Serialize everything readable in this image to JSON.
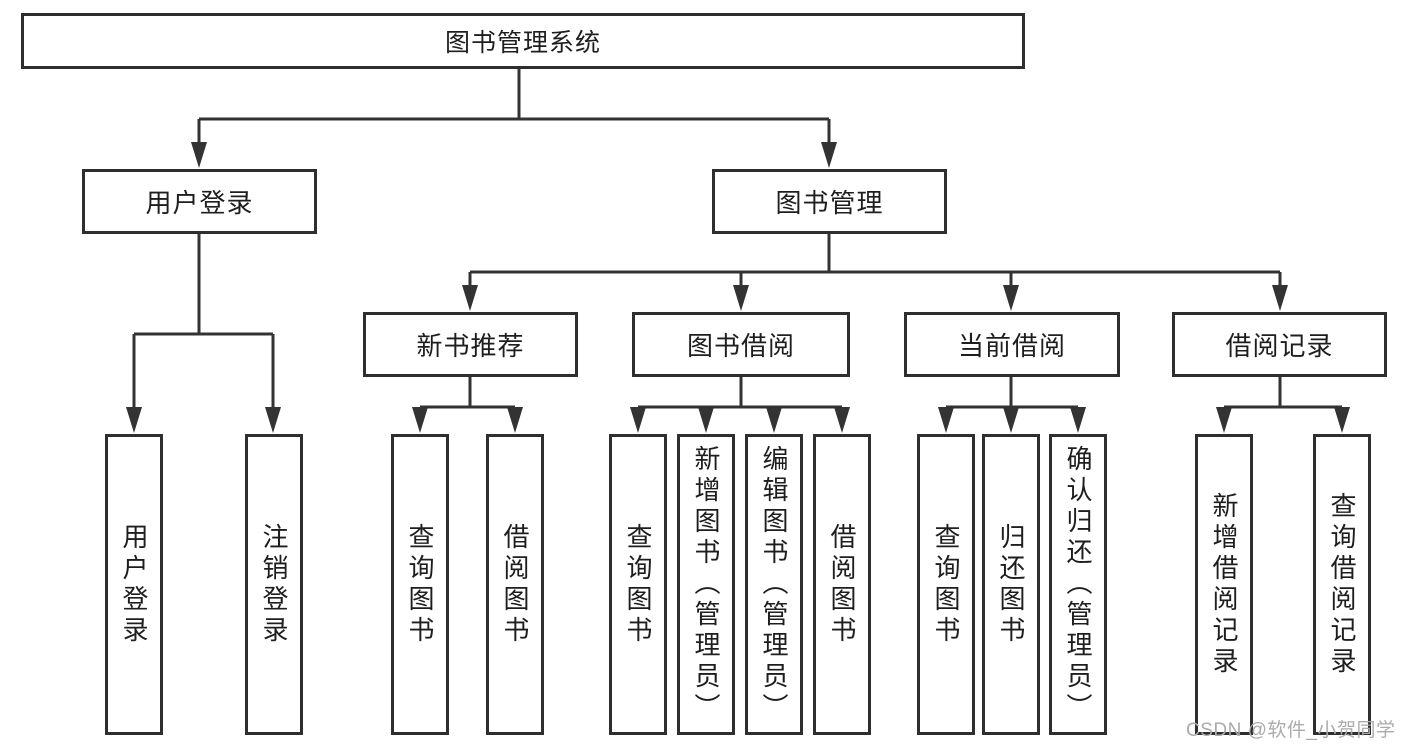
{
  "diagram": {
    "root": "图书管理系统",
    "level2": {
      "user_login": "用户登录",
      "book_management": "图书管理"
    },
    "level3": {
      "new_book_recommend": "新书推荐",
      "book_borrow": "图书借阅",
      "current_borrow": "当前借阅",
      "borrow_records": "借阅记录"
    },
    "leaves": {
      "user_login": [
        "用户登录",
        "注销登录"
      ],
      "new_book_recommend": [
        "查询图书",
        "借阅图书"
      ],
      "book_borrow": [
        "查询图书",
        "新增图书（管理员）",
        "编辑图书（管理员）",
        "借阅图书"
      ],
      "current_borrow": [
        "查询图书",
        "归还图书",
        "确认归还（管理员）"
      ],
      "borrow_records": [
        "新增借阅记录",
        "查询借阅记录"
      ]
    }
  },
  "colors": {
    "line": "#333333",
    "box_border": "#2e2e2e",
    "text": "#1e1e1e",
    "watermark": "#ababab",
    "background": "#ffffff"
  },
  "watermark": {
    "text": "CSDN @软件_小贺同学"
  }
}
